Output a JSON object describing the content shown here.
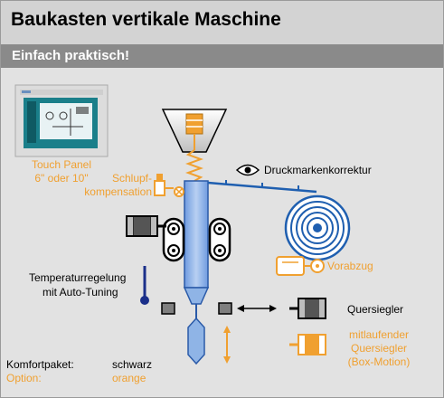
{
  "header": {
    "title": "Baukasten vertikale Maschine",
    "subtitle": "Einfach praktisch!"
  },
  "labels": {
    "touch_panel_line1": "Touch Panel",
    "touch_panel_line2": "6\" oder 10\"",
    "schlupf_line1": "Schlupf-",
    "schlupf_line2": "kompensation",
    "druckmarken": "Druckmarkenkorrektur",
    "temp_line1": "Temperaturregelung",
    "temp_line2": "mit Auto-Tuning",
    "vorabzug": "Vorabzug",
    "quersiegler": "Quersiegler",
    "mitlaufender_line1": "mitlaufender",
    "mitlaufender_line2": "Quersiegler",
    "mitlaufender_line3": "(Box-Motion)"
  },
  "legend": {
    "komfort_label": "Komfortpaket:",
    "komfort_value": "schwarz",
    "option_label": "Option:",
    "option_value": "orange"
  },
  "colors": {
    "background": "#e2e2e2",
    "title_bar": "#d3d3d3",
    "subtitle_bar": "#8a8a8a",
    "standard": "#000000",
    "option": "#f0a030",
    "film": "#1f5fb0",
    "tube": "#8fb4e6"
  },
  "icons": {
    "touch_panel": "touch-panel-icon",
    "eye": "eye-icon",
    "motor": "servo-motor-icon",
    "thermometer": "thermometer-icon",
    "film_roll": "film-roll-icon",
    "funnel": "funnel-icon"
  }
}
